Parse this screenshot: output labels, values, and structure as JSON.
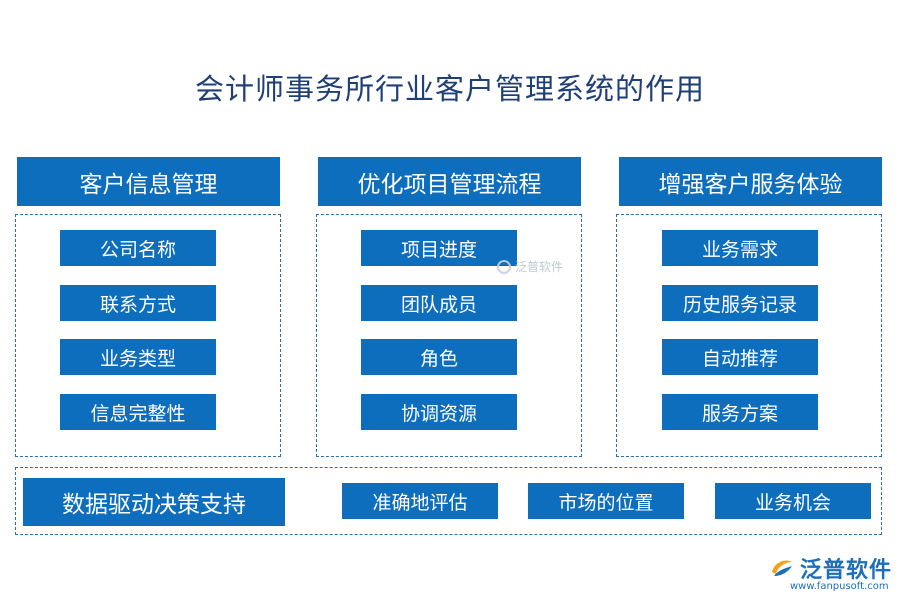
{
  "title": "会计师事务所行业客户管理系统的作用",
  "columns": [
    {
      "header": "客户信息管理",
      "items": [
        "公司名称",
        "联系方式",
        "业务类型",
        "信息完整性"
      ]
    },
    {
      "header": "优化项目管理流程",
      "items": [
        "项目进度",
        "团队成员",
        "角色",
        "协调资源"
      ]
    },
    {
      "header": "增强客户服务体验",
      "items": [
        "业务需求",
        "历史服务记录",
        "自动推荐",
        "服务方案"
      ]
    }
  ],
  "bottom": {
    "header": "数据驱动决策支持",
    "items": [
      "准确地评估",
      "市场的位置",
      "业务机会"
    ]
  },
  "watermark": "泛普软件",
  "logo": {
    "name": "泛普软件",
    "url": "www.fanpusoft.com"
  },
  "colors": {
    "accent": "#0d6ebd",
    "title": "#1f3f77",
    "border": "#2b6fa8"
  }
}
